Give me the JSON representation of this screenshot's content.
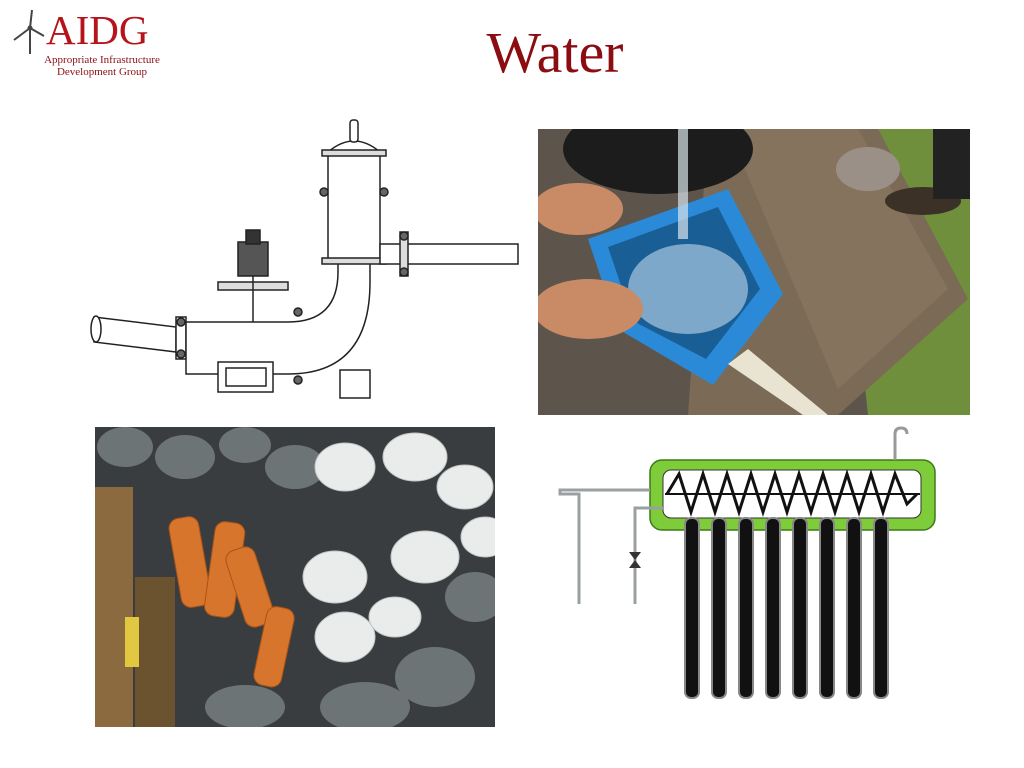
{
  "logo": {
    "name": "AIDG",
    "tagline_line1": "Appropriate Infrastructure",
    "tagline_line2": "Development Group",
    "color": "#b5141c"
  },
  "title": "Water",
  "colors": {
    "title": "#8b0d12",
    "bucket": "#2b8ad8",
    "collector_frame": "#7fcc3a"
  },
  "panels": [
    {
      "name": "pump-diagram",
      "icon": "ram-pump-drawing"
    },
    {
      "name": "bucket-water-photo",
      "icon": "water-bucket-photo"
    },
    {
      "name": "pvc-fittings-photo",
      "icon": "pipe-fittings-photo"
    },
    {
      "name": "solar-water-heater-diagram",
      "icon": "solar-heater-drawing"
    }
  ]
}
